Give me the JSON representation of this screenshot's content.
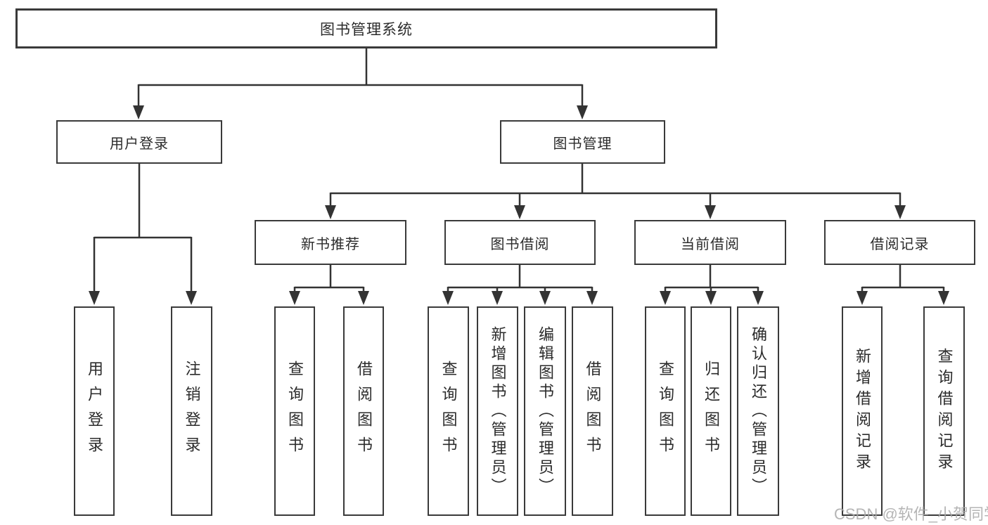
{
  "diagram": {
    "watermark": "CSDN @软件_小贺同学",
    "colors": {
      "line": "#333333",
      "border": "#3a3a3a",
      "text": "#2b2b2b",
      "watermark": "#a8a8a8",
      "background": "#ffffff"
    },
    "root": {
      "label": "图书管理系统",
      "children": [
        {
          "label": "用户登录",
          "children": [
            {
              "label": "用户登录"
            },
            {
              "label": "注销登录"
            }
          ]
        },
        {
          "label": "图书管理",
          "children": [
            {
              "label": "新书推荐",
              "children": [
                {
                  "label": "查询图书"
                },
                {
                  "label": "借阅图书"
                }
              ]
            },
            {
              "label": "图书借阅",
              "children": [
                {
                  "label": "查询图书"
                },
                {
                  "label": "新增图书（管理员）"
                },
                {
                  "label": "编辑图书（管理员）"
                },
                {
                  "label": "借阅图书"
                }
              ]
            },
            {
              "label": "当前借阅",
              "children": [
                {
                  "label": "查询图书"
                },
                {
                  "label": "归还图书"
                },
                {
                  "label": "确认归还（管理员）"
                }
              ]
            },
            {
              "label": "借阅记录",
              "children": [
                {
                  "label": "新增借阅记录"
                },
                {
                  "label": "查询借阅记录"
                }
              ]
            }
          ]
        }
      ]
    }
  }
}
